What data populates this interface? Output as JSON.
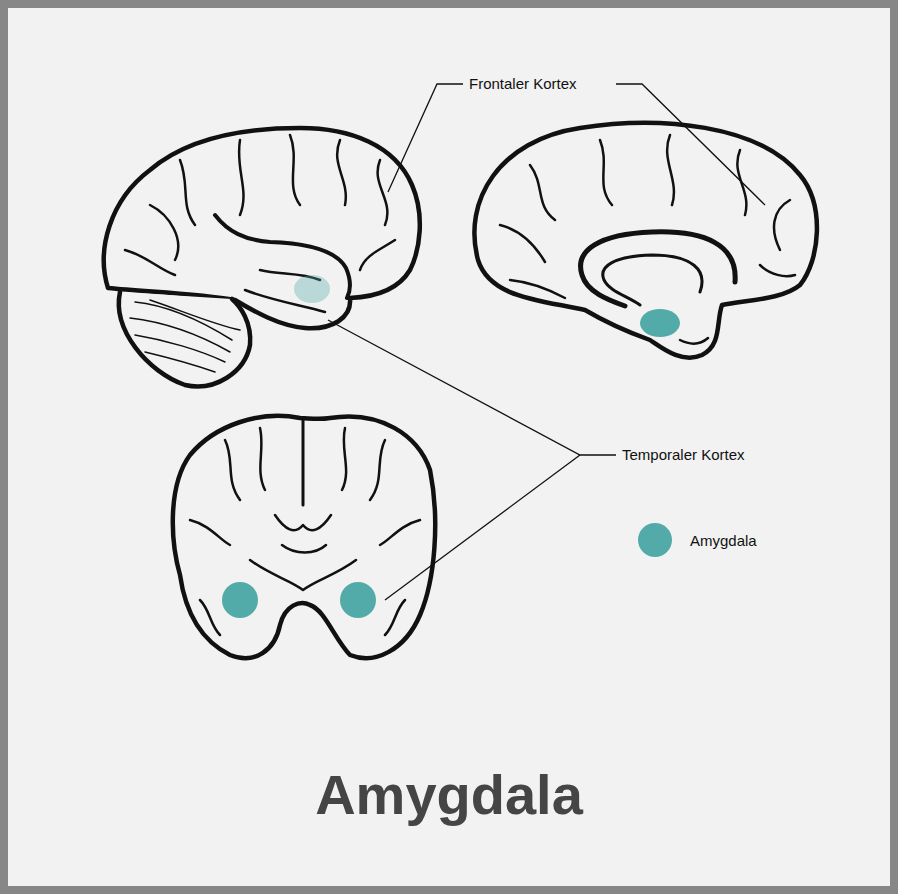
{
  "diagram": {
    "title": "Amygdala",
    "labels": [
      "Frontaler Kortex",
      "Temporaler Kortex"
    ],
    "legend": [
      {
        "text": "Amygdala",
        "color": "#52aaa9"
      }
    ]
  }
}
